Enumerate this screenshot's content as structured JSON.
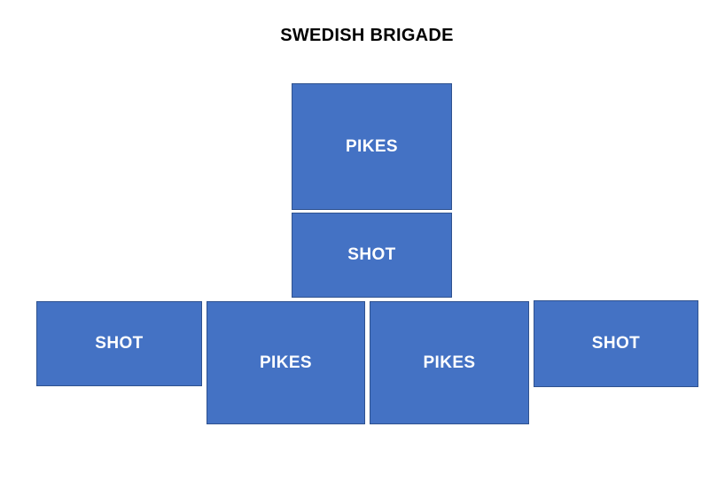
{
  "title": "SWEDISH BRIGADE",
  "colors": {
    "unit_fill": "#4472C4",
    "unit_border": "#2F528F",
    "label_text": "#FFFFFF",
    "title_text": "#000000"
  },
  "diagram": {
    "units": [
      {
        "id": "pikes-top",
        "label": "PIKES",
        "tier": "front"
      },
      {
        "id": "shot-middle",
        "label": "SHOT",
        "tier": "middle"
      },
      {
        "id": "shot-left",
        "label": "SHOT",
        "tier": "rear"
      },
      {
        "id": "pikes-bottom-left",
        "label": "PIKES",
        "tier": "rear"
      },
      {
        "id": "pikes-bottom-right",
        "label": "PIKES",
        "tier": "rear"
      },
      {
        "id": "shot-right",
        "label": "SHOT",
        "tier": "rear"
      }
    ]
  }
}
